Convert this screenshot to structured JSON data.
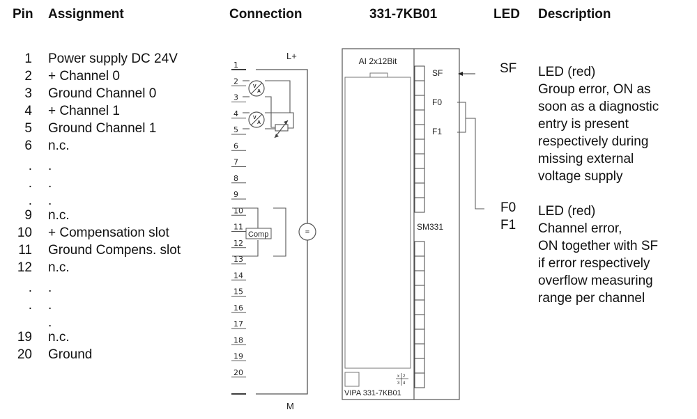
{
  "headers": {
    "pin": "Pin",
    "assignment": "Assignment",
    "connection": "Connection",
    "module": "331-7KB01",
    "led": "LED",
    "description": "Description"
  },
  "pins": [
    {
      "pin": "1",
      "assignment": "Power supply DC 24V"
    },
    {
      "pin": "2",
      "assignment": "+ Channel 0"
    },
    {
      "pin": "3",
      "assignment": "Ground Channel 0"
    },
    {
      "pin": "4",
      "assignment": "+ Channel 1"
    },
    {
      "pin": "5",
      "assignment": "Ground Channel  1"
    },
    {
      "pin": "6",
      "assignment": "n.c."
    },
    {
      "pin": ".",
      "assignment": "."
    },
    {
      "pin": ".",
      "assignment": "."
    },
    {
      "pin": ".",
      "assignment": "."
    },
    {
      "pin": "9",
      "assignment": "n.c."
    },
    {
      "pin": "10",
      "assignment": "+ Compensation slot"
    },
    {
      "pin": "11",
      "assignment": "Ground Compens. slot"
    },
    {
      "pin": "12",
      "assignment": "n.c."
    },
    {
      "pin": ".",
      "assignment": "."
    },
    {
      "pin": ".",
      "assignment": "."
    },
    {
      "pin": "",
      "assignment": "."
    },
    {
      "pin": "19",
      "assignment": "n.c."
    },
    {
      "pin": "20",
      "assignment": "Ground"
    }
  ],
  "connection": {
    "terminals": [
      "1",
      "2",
      "3",
      "4",
      "5",
      "6",
      "7",
      "8",
      "9",
      "10",
      "11",
      "12",
      "13",
      "14",
      "15",
      "16",
      "17",
      "18",
      "19",
      "20"
    ],
    "top_label": "L+",
    "bottom_label": "M",
    "comp_label": "Comp",
    "supply_symbol": "=",
    "meter_symbol": "V/A"
  },
  "module": {
    "top_label": "AI 2x12Bit",
    "side_label": "SM331",
    "bottom_label": "VIPA 331-7KB01",
    "grid_label": [
      "x",
      "2",
      "3",
      "4"
    ],
    "led_labels": [
      "SF",
      "F0",
      "F1"
    ]
  },
  "leds": [
    {
      "names": [
        "SF"
      ],
      "lines": [
        "LED (red)",
        "Group error, ON as",
        "soon as a diagnostic",
        "entry is present",
        "respectively during",
        "missing external",
        "voltage supply"
      ]
    },
    {
      "names": [
        "F0",
        "F1"
      ],
      "lines": [
        "LED (red)",
        "Channel error,",
        "ON together with SF",
        "if error respectively",
        "overflow measuring",
        "range per channel"
      ]
    }
  ]
}
